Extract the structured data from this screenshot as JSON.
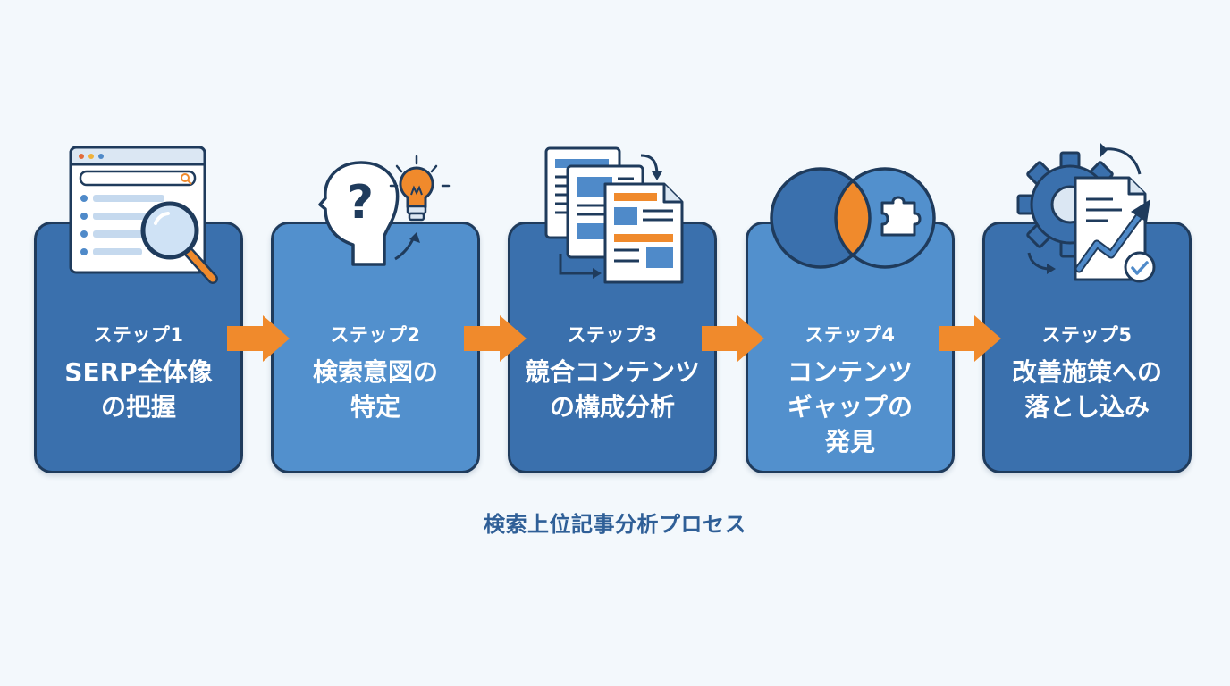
{
  "steps": [
    {
      "label": "ステップ1",
      "title": "SERP全体像\nの把握",
      "icon": "browser-magnifier-icon"
    },
    {
      "label": "ステップ2",
      "title": "検索意図の\n特定",
      "icon": "head-question-lightbulb-icon"
    },
    {
      "label": "ステップ3",
      "title": "競合コンテンツ\nの構成分析",
      "icon": "documents-compare-icon"
    },
    {
      "label": "ステップ4",
      "title": "コンテンツ\nギャップの\n発見",
      "icon": "venn-puzzle-icon"
    },
    {
      "label": "ステップ5",
      "title": "改善施策への\n落とし込み",
      "icon": "gear-document-chart-icon"
    }
  ],
  "caption": "検索上位記事分析プロセス",
  "colors": {
    "card_dark": "#3a70ad",
    "card_light": "#5290cd",
    "outline": "#1f3b5c",
    "accent": "#f08a2c",
    "caption": "#2f5f97",
    "background": "#f3f8fc"
  }
}
